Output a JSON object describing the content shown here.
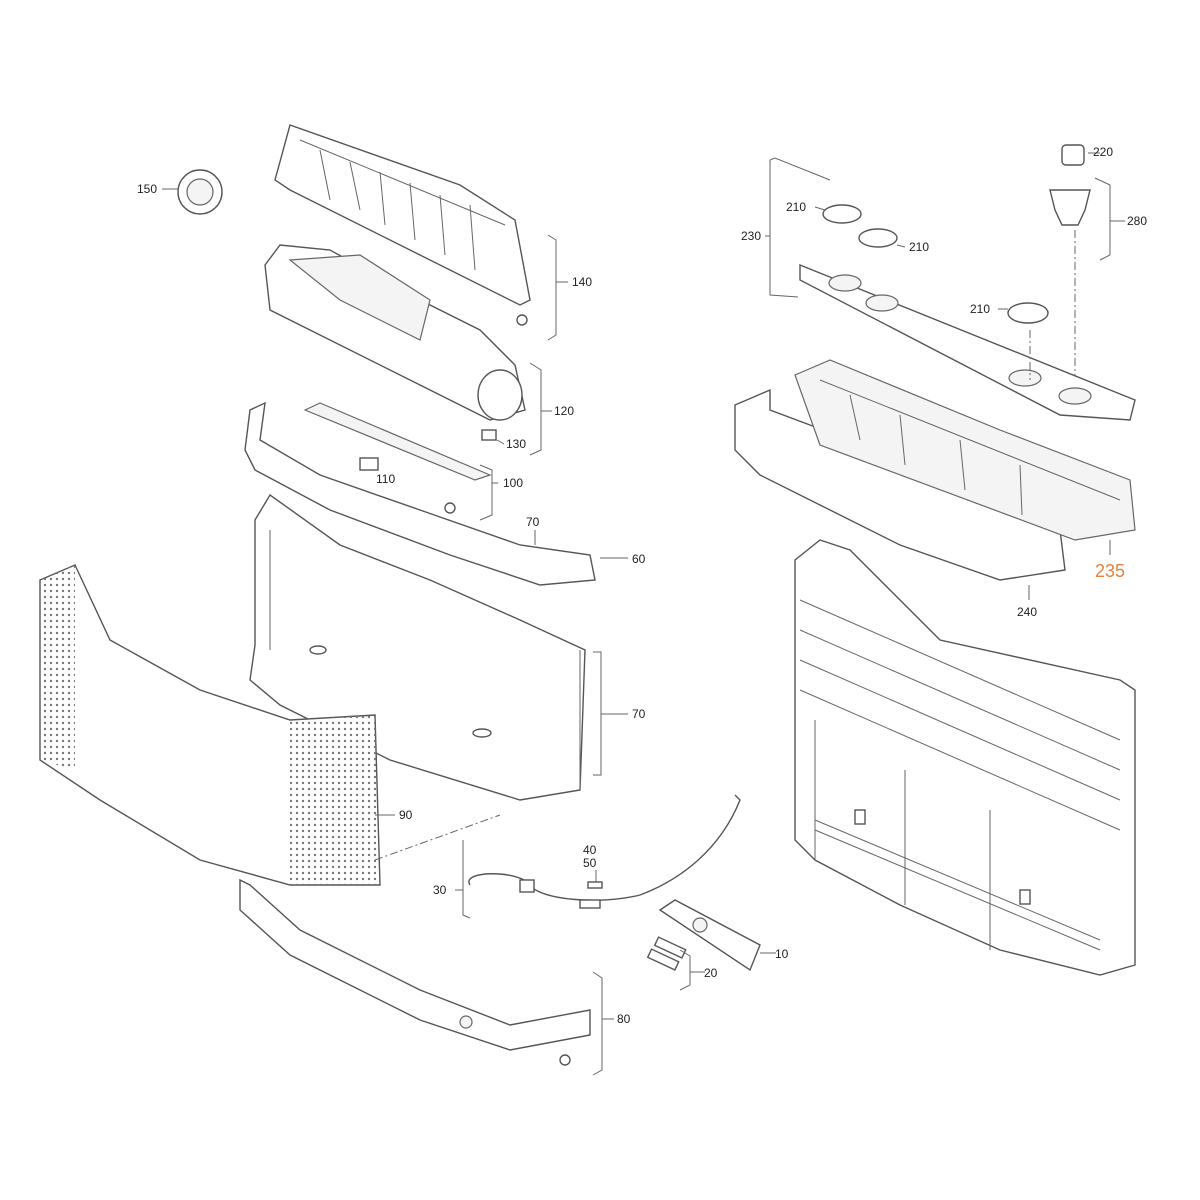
{
  "highlight_color": "#e8803a",
  "labels": {
    "p150": "150",
    "p140": "140",
    "p120": "120",
    "p130": "130",
    "p110": "110",
    "p100": "100",
    "p70a": "70",
    "p60": "60",
    "p70b": "70",
    "p90": "90",
    "p40": "40",
    "p50": "50",
    "p30": "30",
    "p10": "10",
    "p20": "20",
    "p80": "80",
    "p220": "220",
    "p210a": "210",
    "p230": "230",
    "p210b": "210",
    "p280": "280",
    "p210c": "210",
    "p235": "235",
    "p240": "240"
  }
}
